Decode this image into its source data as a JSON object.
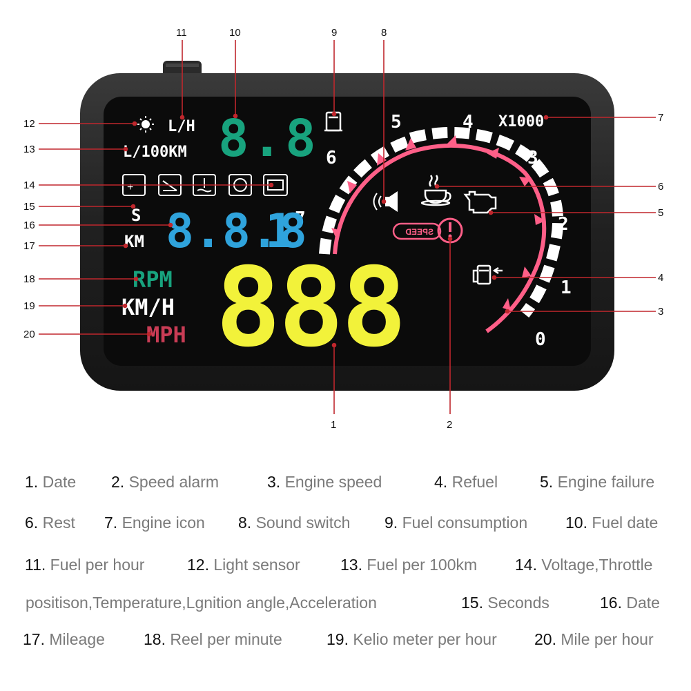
{
  "hud": {
    "scale_label": "X1000",
    "rpm_ticks": [
      "0",
      "1",
      "2",
      "3",
      "4",
      "5",
      "6",
      "7"
    ],
    "units": {
      "lh": "L/H",
      "l100km": "L/100KM",
      "seconds": "S",
      "km": "KM",
      "rpm": "RPM",
      "kmh": "KM/H",
      "mph": "MPH"
    },
    "fuel_readout": "8.8",
    "mileage_readout": "8.8.8",
    "mileage_prefix": "1",
    "speed_readout": "888",
    "speed_badge": "SPEED",
    "colors": {
      "yellow": "#f2f23a",
      "teal": "#18a37e",
      "blue": "#2fa3dc",
      "pink": "#ff5f88",
      "mph": "#c93c55"
    }
  },
  "callouts": [
    {
      "n": "1"
    },
    {
      "n": "2"
    },
    {
      "n": "3"
    },
    {
      "n": "4"
    },
    {
      "n": "5"
    },
    {
      "n": "6"
    },
    {
      "n": "7"
    },
    {
      "n": "8"
    },
    {
      "n": "9"
    },
    {
      "n": "10"
    },
    {
      "n": "11"
    },
    {
      "n": "12"
    },
    {
      "n": "13"
    },
    {
      "n": "14"
    },
    {
      "n": "15"
    },
    {
      "n": "16"
    },
    {
      "n": "17"
    },
    {
      "n": "18"
    },
    {
      "n": "19"
    },
    {
      "n": "20"
    }
  ],
  "legend": [
    {
      "num": "1.",
      "label": "Date"
    },
    {
      "num": "2.",
      "label": "Speed alarm"
    },
    {
      "num": "3.",
      "label": "Engine speed"
    },
    {
      "num": "4.",
      "label": "Refuel"
    },
    {
      "num": "5.",
      "label": "Engine failure"
    },
    {
      "num": "6.",
      "label": "Rest"
    },
    {
      "num": "7.",
      "label": "Engine icon"
    },
    {
      "num": "8.",
      "label": "Sound switch"
    },
    {
      "num": "9.",
      "label": "Fuel consumption"
    },
    {
      "num": "10.",
      "label": "Fuel date"
    },
    {
      "num": "11.",
      "label": "Fuel per hour"
    },
    {
      "num": "12.",
      "label": "Light sensor"
    },
    {
      "num": "13.",
      "label": "Fuel per 100km"
    },
    {
      "num": "14.",
      "label": "Voltage,Throttle"
    },
    {
      "num": "",
      "label": "positison,Temperature,Lgnition angle,Acceleration"
    },
    {
      "num": "15.",
      "label": "Seconds"
    },
    {
      "num": "16.",
      "label": "Date"
    },
    {
      "num": "17.",
      "label": "Mileage"
    },
    {
      "num": "18.",
      "label": "Reel per minute"
    },
    {
      "num": "19.",
      "label": "Kelio meter per hour"
    },
    {
      "num": "20.",
      "label": "Mile per hour"
    }
  ]
}
